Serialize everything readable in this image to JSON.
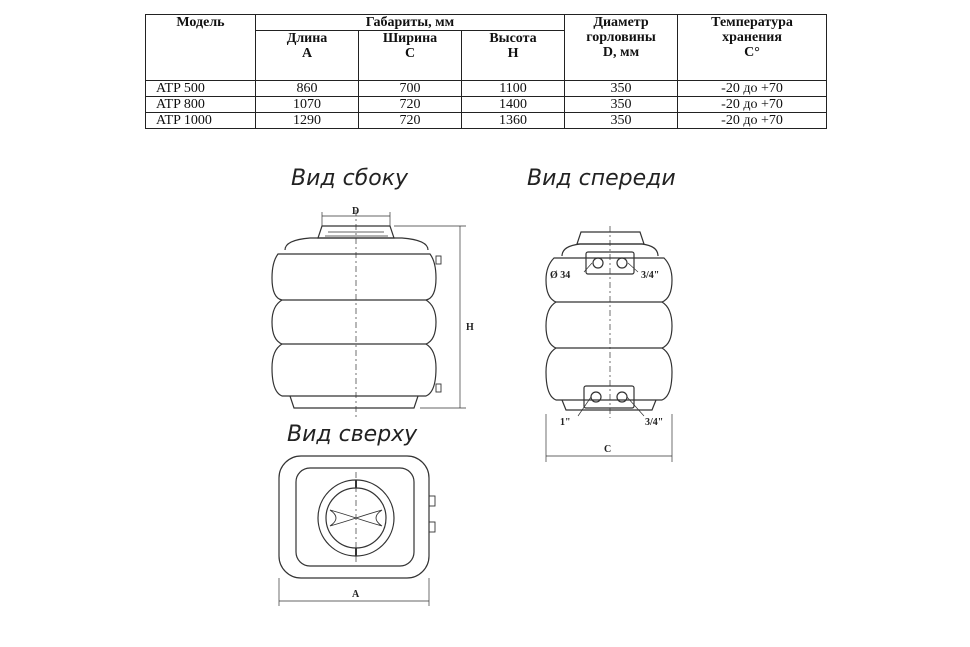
{
  "table": {
    "headers": {
      "model": "Модель",
      "dimensions": "Габариты, мм",
      "length_line1": "Длина",
      "length_line2": "A",
      "width_line1": "Ширина",
      "width_line2": "C",
      "height_line1": "Высота",
      "height_line2": "H",
      "neck_line1": "Диаметр",
      "neck_line2": "горловины",
      "neck_line3": "D, мм",
      "temp_line1": "Температура",
      "temp_line2": "хранения",
      "temp_line3": "C°"
    },
    "rows": [
      {
        "model": "ATP 500",
        "length": "860",
        "width": "700",
        "height": "1100",
        "neck": "350",
        "temp": "-20 до +70"
      },
      {
        "model": "ATP 800",
        "length": "1070",
        "width": "720",
        "height": "1400",
        "neck": "350",
        "temp": "-20 до +70"
      },
      {
        "model": "ATP 1000",
        "length": "1290",
        "width": "720",
        "height": "1360",
        "neck": "350",
        "temp": "-20 до +70"
      }
    ]
  },
  "views": {
    "side": "Вид сбоку",
    "front": "Вид спереди",
    "top": "Вид сверху"
  },
  "labels": {
    "d": "D",
    "h": "H",
    "c": "C",
    "a": "A",
    "o34": "Ø 34",
    "three_quarter_top": "3/4\"",
    "one_inch": "1\"",
    "three_quarter_bottom": "3/4\""
  }
}
